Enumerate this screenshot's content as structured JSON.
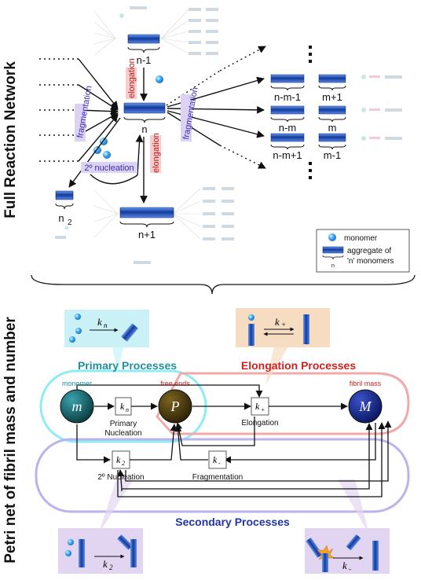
{
  "side_labels": {
    "top": "Full Reaction Network",
    "bottom": "Petri net of fibril mass and number"
  },
  "network": {
    "agg_labels": {
      "n_minus_1": "n-1",
      "n": "n",
      "n_plus_1": "n+1",
      "n2": "n",
      "n2_sub": "2",
      "nm1": "n-m-1",
      "mp1": "m+1",
      "nm": "n-m",
      "m": "m",
      "nmp1": "n-m+1",
      "mm1": "m-1"
    },
    "process_labels": {
      "elongation_top": "elongation",
      "elongation_bottom": "elongation",
      "fragmentation_left": "fragmentation",
      "fragmentation_right": "fragmentation",
      "nucleation": "2º nucleation"
    },
    "legend": {
      "monomer": "monomer",
      "aggregate_line1": "aggregate of",
      "aggregate_line2": "'n' monomers",
      "n": "n"
    },
    "ellipsis": "■"
  },
  "petri": {
    "places": {
      "m": "m",
      "P": "P",
      "M": "M",
      "m_caption": "monomer",
      "P_caption": "free ends",
      "M_caption": "fibril mass"
    },
    "transitions": {
      "kn": "k",
      "kn_sub": "n",
      "kplus": "k",
      "kplus_sub": "+",
      "k2": "k",
      "k2_sub": "2",
      "kminus": "k",
      "kminus_sub": "-"
    },
    "transition_labels": {
      "primary1": "Primary",
      "primary2": "Nucleation",
      "elongation": "Elongation",
      "secondary": "2º Nucleation",
      "fragmentation": "Fragmentation"
    },
    "process_titles": {
      "primary": "Primary Processes",
      "elongation": "Elongation Processes",
      "secondary": "Secondary Processes"
    },
    "colors": {
      "primary": "#1f8fa0",
      "elongation": "#cc2222",
      "secondary": "#2233aa",
      "kn_box": "#c9f1f6",
      "kplus_box": "#f6dcc0",
      "k2_box": "#e2d5f1",
      "kminus_box": "#e2d5f1"
    }
  }
}
